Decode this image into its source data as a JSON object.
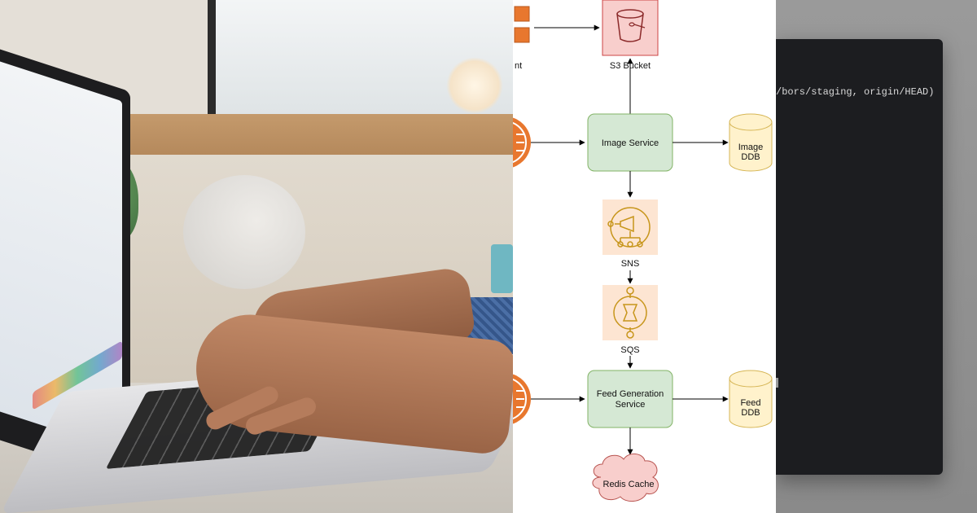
{
  "diagram": {
    "nodes": {
      "s3_bucket": {
        "label": "S3 Bucket"
      },
      "image_service": {
        "label": "Image Service"
      },
      "image_ddb": {
        "label_line1": "Image",
        "label_line2": "DDB"
      },
      "sns": {
        "label": "SNS"
      },
      "sqs": {
        "label": "SQS"
      },
      "feed_service": {
        "label_line1": "Feed Generation",
        "label_line2": "Service"
      },
      "feed_ddb": {
        "label_line1": "Feed",
        "label_line2": "DDB"
      },
      "redis": {
        "label": "Redis Cache"
      },
      "client_partial": {
        "label": "nt"
      }
    },
    "colors": {
      "service_fill": "#d5e8d4",
      "service_stroke": "#82b366",
      "db_fill": "#fff2cc",
      "db_stroke": "#d6b656",
      "s3_fill": "#f8cecc",
      "s3_stroke": "#c44",
      "aws_fill": "#fde5d2",
      "aws_icon": "#c7951a",
      "redis_fill": "#f8cecc",
      "redis_stroke": "#b85450",
      "client_orange": "#e8772e"
    },
    "icons": {
      "s3": "bucket-icon",
      "sns": "sns-topic-icon",
      "sqs": "sqs-queue-icon",
      "client": "client-device-icon",
      "load_balancer": "load-balancer-icon"
    }
  },
  "terminal": {
    "text": "/bors/staging, origin/HEAD)"
  }
}
